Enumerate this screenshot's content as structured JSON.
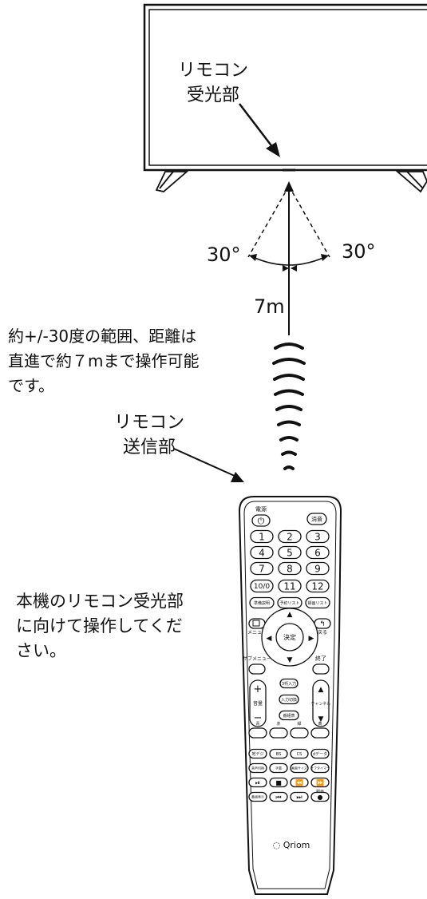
{
  "tv": {
    "receiver_label_lines": [
      "リモコン",
      "受光部"
    ]
  },
  "angles": {
    "left": "30°",
    "right": "30°"
  },
  "distance": "7m",
  "range_note_lines": [
    "約+/-30度の範囲、距離は",
    "直進で約７mまで操作可能",
    "です。"
  ],
  "sender_label_lines": [
    "リモコン",
    "送信部"
  ],
  "instruction_lines": [
    "本機のリモコン受光部",
    "に向けて操作してくだ",
    "さい。"
  ],
  "remote": {
    "power_label": "電源",
    "mute": "消音",
    "numbers": [
      "1",
      "2",
      "3",
      "4",
      "5",
      "6",
      "7",
      "8",
      "9",
      "10/0",
      "11",
      "12"
    ],
    "row_func": [
      "準備説明",
      "予約リスト",
      "録画リスト"
    ],
    "menu": "メニュー",
    "back": "戻る",
    "ok": "決定",
    "submenu": "サブメニュー",
    "exit": "終了",
    "digit_input": "3桁入力",
    "input_switch": "入力切換",
    "program_guide": "番組表",
    "volume": "音量",
    "channel": "チャンネル",
    "color_labels": [
      "青",
      "赤",
      "緑",
      "黄"
    ],
    "broadcast": [
      "地デジ",
      "BS",
      "CS",
      "dデータ"
    ],
    "row_misc": [
      "音声切換",
      "字幕",
      "画面サイズ",
      "オフタイマー"
    ],
    "record": "録画",
    "rec_list": "番組表示",
    "brand": "Qriom"
  }
}
